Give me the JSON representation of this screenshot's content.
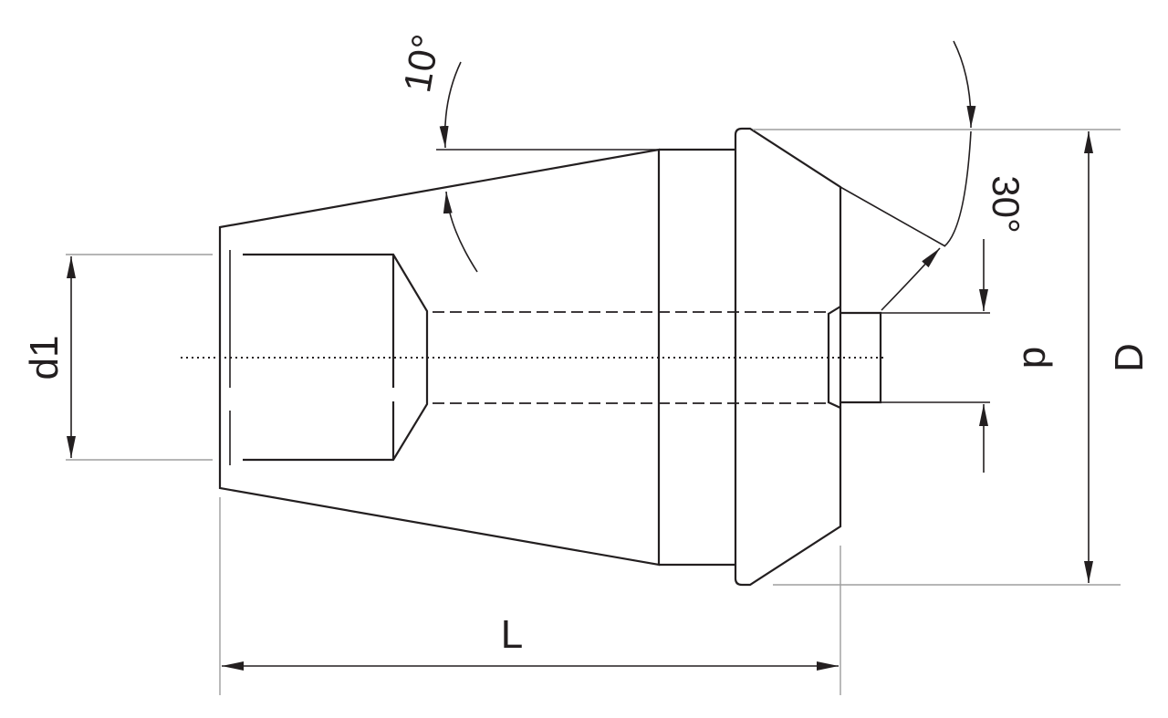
{
  "labels": {
    "d1": "d1",
    "d": "d",
    "D": "D",
    "L": "L",
    "angle_10": "10°",
    "angle_30": "30°"
  },
  "colors": {
    "line": "#231f20",
    "extension": "#9d9d9d",
    "background": "#ffffff"
  }
}
